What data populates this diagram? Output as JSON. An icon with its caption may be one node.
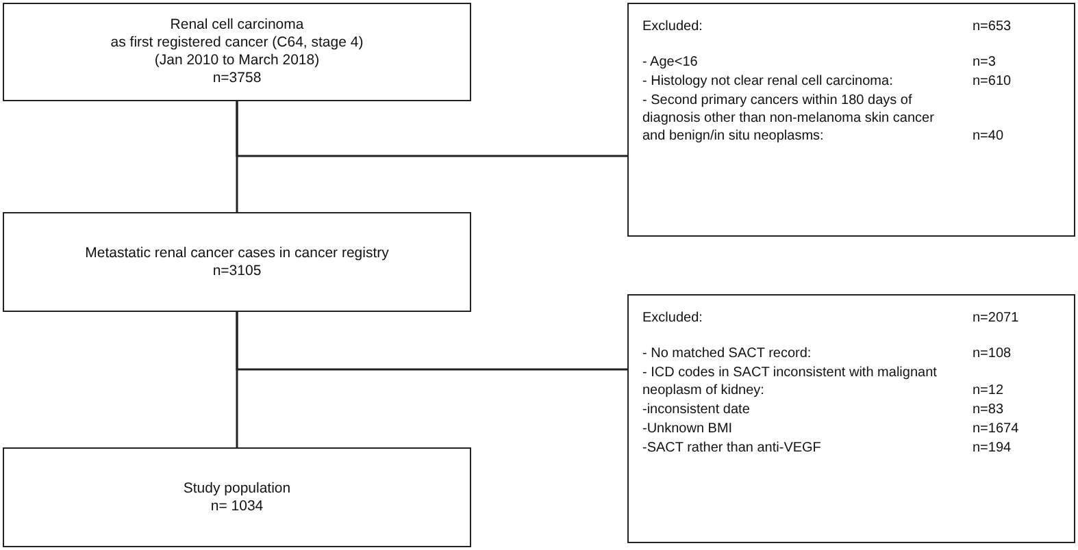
{
  "diagram": {
    "nodes": [
      {
        "text": [
          "Renal cell carcinoma",
          "as first registered cancer (C64, stage 4)",
          "(Jan 2010 to March 2018)",
          "n=3758"
        ]
      },
      {
        "text": [
          "Excluded:",
          "n=653",
          "- Age<16",
          "n=3",
          "- Histology not clear renal cell carcinoma:",
          "n=610",
          "- Second primary cancers within 180 days of diagnosis other than non-melanoma skin cancer and benign/in situ neoplasms:",
          "n=40"
        ]
      },
      {
        "text": [
          "Metastatic renal cancer cases in cancer registry",
          "n=3105"
        ]
      },
      {
        "text": [
          "Excluded:",
          "n=2071",
          "- No matched SACT record:",
          "n=108",
          "- ICD codes in SACT inconsistent with malignant neoplasm of kidney:",
          "n=12",
          "-inconsistent date",
          "n=83",
          "-Unknown BMI",
          "n=1674",
          "-SACT rather than anti-VEGF",
          "n=194"
        ]
      },
      {
        "text": [
          "Study population",
          "n= 1034"
        ]
      }
    ],
    "edges": [
      {
        "from": 0,
        "to": 2,
        "arrow": "none"
      },
      {
        "from": 0,
        "to": 1,
        "arrow": "none"
      },
      {
        "from": 2,
        "to": 4,
        "arrow": "none"
      },
      {
        "from": 2,
        "to": 3,
        "arrow": "none"
      }
    ]
  }
}
